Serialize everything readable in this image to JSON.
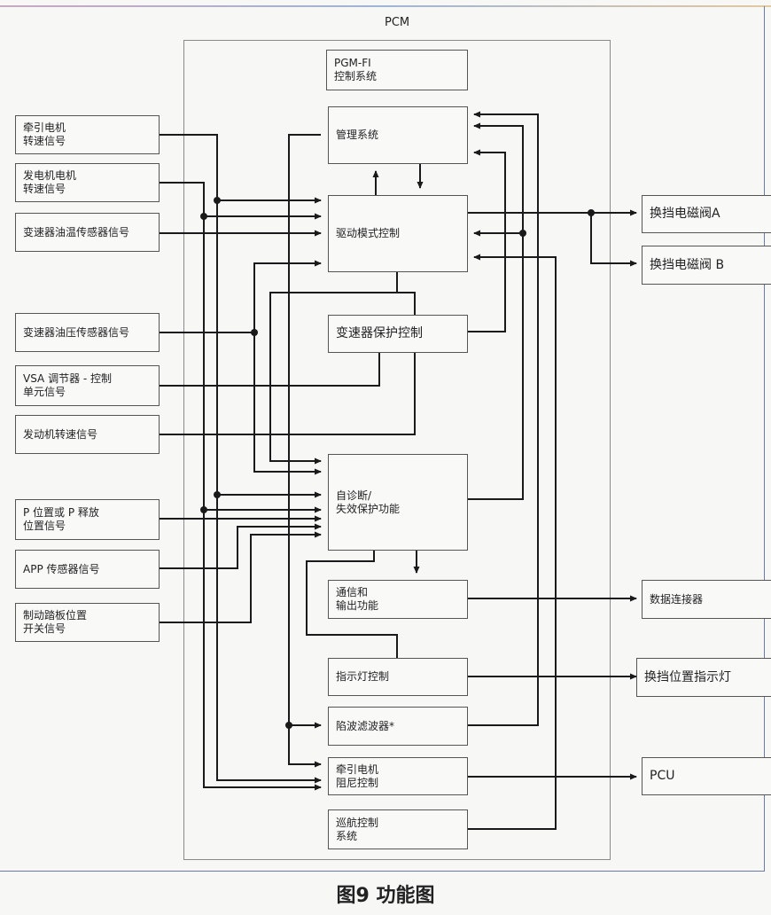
{
  "pcm_label": "PCM",
  "inputs": [
    {
      "id": "traction-motor-speed",
      "label": "牵引电机\n转速信号"
    },
    {
      "id": "generator-motor-speed",
      "label": "发电机电机\n转速信号"
    },
    {
      "id": "trans-oil-temp",
      "label": "变速器油温传感器信号"
    },
    {
      "id": "trans-oil-pressure",
      "label": "变速器油压传感器信号"
    },
    {
      "id": "vsa-modulator",
      "label": "VSA 调节器 - 控制\n单元信号"
    },
    {
      "id": "engine-speed",
      "label": "发动机转速信号"
    },
    {
      "id": "p-position",
      "label": "P 位置或 P 释放\n位置信号"
    },
    {
      "id": "app-sensor",
      "label": "APP 传感器信号"
    },
    {
      "id": "brake-pedal",
      "label": "制动踏板位置\n开关信号"
    }
  ],
  "internal": [
    {
      "id": "pgm-fi",
      "label": "PGM-FI\n控制系统"
    },
    {
      "id": "management",
      "label": "管理系统"
    },
    {
      "id": "drive-mode",
      "label": "驱动模式控制"
    },
    {
      "id": "trans-protect",
      "label": "变速器保护控制"
    },
    {
      "id": "self-diag",
      "label": "自诊断/\n失效保护功能"
    },
    {
      "id": "comm-output",
      "label": "通信和\n输出功能"
    },
    {
      "id": "indicator-ctrl",
      "label": "指示灯控制"
    },
    {
      "id": "notch-filter",
      "label": "陷波滤波器*"
    },
    {
      "id": "traction-damping",
      "label": "牵引电机\n阻尼控制"
    },
    {
      "id": "cruise",
      "label": "巡航控制\n系统"
    }
  ],
  "outputs": [
    {
      "id": "shift-solenoid-a",
      "label": "换挡电磁阀A"
    },
    {
      "id": "shift-solenoid-b",
      "label": "换挡电磁阀 B"
    },
    {
      "id": "data-connector",
      "label": "数据连接器"
    },
    {
      "id": "shift-indicator",
      "label": "换挡位置指示灯"
    },
    {
      "id": "pcu",
      "label": "PCU"
    }
  ],
  "caption": "图9 功能图",
  "colors": {
    "line": "#1a1a1a",
    "box_border": "#555555",
    "pcm_border": "#8a8a8a",
    "background": "#f7f7f5"
  }
}
